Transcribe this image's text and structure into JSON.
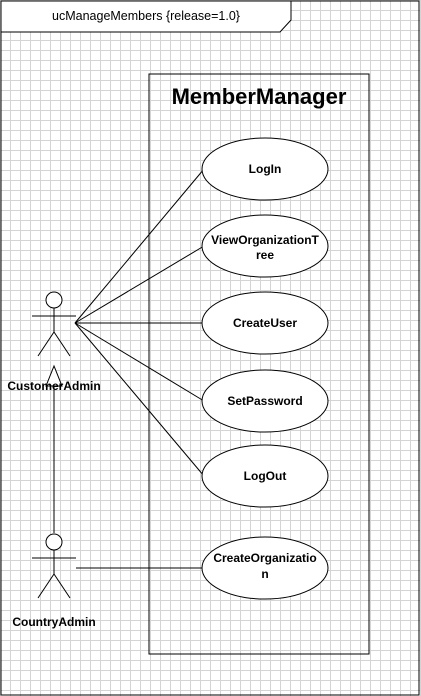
{
  "frame": {
    "title": "ucManageMembers {release=1.0}"
  },
  "boundary": {
    "title": "MemberManager"
  },
  "use_cases": [
    {
      "lines": [
        "LogIn"
      ]
    },
    {
      "lines": [
        "ViewOrganizationT",
        "ree"
      ]
    },
    {
      "lines": [
        "CreateUser"
      ]
    },
    {
      "lines": [
        "SetPassword"
      ]
    },
    {
      "lines": [
        "LogOut"
      ]
    },
    {
      "lines": [
        "CreateOrganizatio",
        "n"
      ]
    }
  ],
  "actors": [
    {
      "label": "CustomerAdmin"
    },
    {
      "label": "CountryAdmin"
    }
  ]
}
